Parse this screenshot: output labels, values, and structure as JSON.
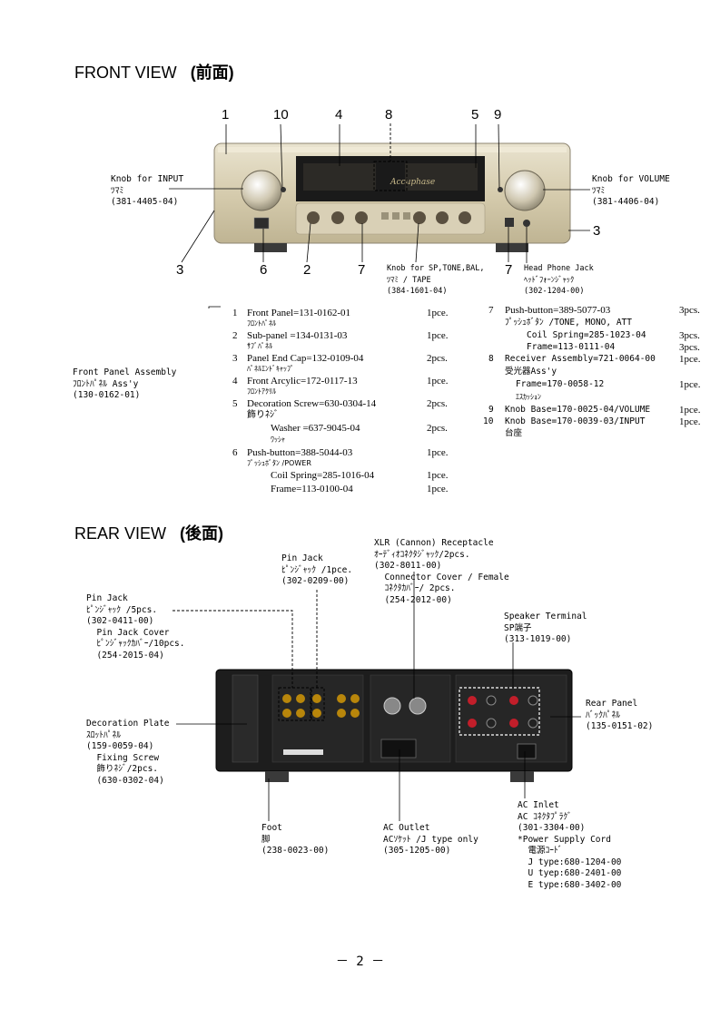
{
  "front": {
    "title_en": "FRONT VIEW",
    "title_jp": "(前面)",
    "callouts": [
      "1",
      "10",
      "4",
      "8",
      "5",
      "9",
      "3",
      "6",
      "2",
      "7",
      "7",
      "3"
    ],
    "labels": {
      "input_knob": [
        "Knob for INPUT",
        "ﾂﾏﾐ",
        "(381-4405-04)"
      ],
      "volume_knob": [
        "Knob for VOLUME",
        "ﾂﾏﾐ",
        "(381-4406-04)"
      ],
      "small_knobs": [
        "Knob for SP,TONE,BAL,",
        "ﾂﾏﾐ / TAPE",
        "(384-1601-04)"
      ],
      "headphone": [
        "Head Phone Jack",
        "ﾍｯﾄﾞﾌｫｰﾝｼﾞｬｯｸ",
        "(302-1204-00)"
      ],
      "assembly": [
        "Front Panel Assembly",
        "ﾌﾛﾝﾄﾊﾟﾈﾙ Ass'y",
        "(130-0162-01)"
      ]
    },
    "parts_left": [
      {
        "no": "1",
        "name": "Front Panel=131-0162-01",
        "qty": "1pce.",
        "jp": "ﾌﾛﾝﾄﾊﾟﾈﾙ"
      },
      {
        "no": "2",
        "name": "Sub-panel =134-0131-03",
        "qty": "1pce.",
        "jp": "ｻﾌﾞﾊﾟﾈﾙ"
      },
      {
        "no": "3",
        "name": "Panel End Cap=132-0109-04",
        "qty": "2pcs.",
        "jp": "ﾊﾟﾈﾙｴﾝﾄﾞｷｬｯﾌﾟ"
      },
      {
        "no": "4",
        "name": "Front Arcylic=172-0117-13",
        "qty": "1pce.",
        "jp": "ﾌﾛﾝﾄｱｸﾘﾙ"
      },
      {
        "no": "5",
        "name": "Decoration Screw=630-0304-14",
        "qty": "2pcs.",
        "jp": "飾りﾈｼﾞ"
      },
      {
        "no": "",
        "name": "Washer =637-9045-04",
        "qty": "2pcs.",
        "jp": "ﾜｯｼｬ"
      },
      {
        "no": "6",
        "name": "Push-button=388-5044-03",
        "qty": "1pce.",
        "jp": "ﾌﾟｯｼｭﾎﾞﾀﾝ /POWER"
      },
      {
        "no": "",
        "name": "Coil Spring=285-1016-04",
        "qty": "1pce.",
        "jp": ""
      },
      {
        "no": "",
        "name": "Frame=113-0100-04",
        "qty": "1pce.",
        "jp": ""
      }
    ],
    "parts_right": [
      {
        "no": "7",
        "name": "Push-button=389-5077-03",
        "qty": "3pcs.",
        "mono": false,
        "indent": false
      },
      {
        "no": "",
        "name": "ﾌﾟｯｼｭﾎﾞﾀﾝ /TONE, MONO, ATT",
        "qty": "",
        "mono": true,
        "indent": false
      },
      {
        "no": "",
        "name": "Coil Spring=285-1023-04",
        "qty": "3pcs.",
        "mono": true,
        "indent": true
      },
      {
        "no": "",
        "name": "Frame=113-0111-04",
        "qty": "3pcs.",
        "mono": true,
        "indent": true
      },
      {
        "no": "8",
        "name": "Receiver Assembly=721-0064-00",
        "qty": "1pce.",
        "mono": true,
        "indent": false
      },
      {
        "no": "",
        "name": "受光器Ass'y",
        "qty": "",
        "mono": true,
        "indent": false
      },
      {
        "no": "",
        "name": "Frame=170-0058-12",
        "qty": "1pce.",
        "mono": true,
        "indent": false
      },
      {
        "no": "",
        "name": "ｴｽｶｯｼｮﾝ",
        "qty": "",
        "mono": true,
        "indent": false
      },
      {
        "no": "9",
        "name": "Knob Base=170-0025-04/VOLUME",
        "qty": "1pce.",
        "mono": true,
        "indent": false
      },
      {
        "no": "10",
        "name": "Knob Base=170-0039-03/INPUT",
        "qty": "1pce.",
        "mono": true,
        "indent": false
      },
      {
        "no": "",
        "name": "台座",
        "qty": "",
        "mono": true,
        "indent": false
      }
    ]
  },
  "rear": {
    "title_en": "REAR VIEW",
    "title_jp": "(後面)",
    "labels": {
      "pin_jack_top": [
        "Pin Jack",
        "ﾋﾟﾝｼﾞｬｯｸ /1pce.",
        "(302-0209-00)"
      ],
      "xlr": [
        "XLR (Cannon) Receptacle",
        "ｵｰﾃﾞｨｵｺﾈｸﾀｼﾞｬｯｸ/2pcs.",
        "(302-8011-00)",
        "  Connector Cover / Female",
        "  ｺﾈｸﾀｶﾊﾞｰ/ 2pcs.",
        "  (254-2012-00)"
      ],
      "pin_jack_left": [
        "Pin Jack",
        "ﾋﾟﾝｼﾞｬｯｸ /5pcs.",
        "(302-0411-00)",
        "  Pin Jack Cover",
        "  ﾋﾟﾝｼﾞｬｯｸｶﾊﾞｰ/10pcs.",
        "  (254-2015-04)"
      ],
      "speaker": [
        "Speaker Terminal",
        "SP端子",
        "(313-1019-00)"
      ],
      "rear_panel": [
        "Rear Panel",
        "ﾊﾞｯｸﾊﾟﾈﾙ",
        "(135-0151-02)"
      ],
      "deco_plate": [
        "Decoration Plate",
        "ｽﾛｯﾄﾊﾟﾈﾙ",
        "(159-0059-04)",
        "  Fixing Screw",
        "  飾りﾈｼﾞ/2pcs.",
        "  (630-0302-04)"
      ],
      "foot": [
        "Foot",
        "脚",
        "(238-0023-00)"
      ],
      "ac_outlet": [
        "AC Outlet",
        "ACｿｹｯﾄ /J type only",
        "(305-1205-00)"
      ],
      "ac_inlet": [
        "AC Inlet",
        "AC ｺﾈｸﾀﾌﾟﾗｸﾞ",
        "(301-3304-00)",
        "*Power Supply Cord",
        "  電源ｺｰﾄﾞ",
        "  J type:680-1204-00",
        "  U tyep:680-2401-00",
        "  E type:680-3402-00"
      ]
    }
  },
  "footer": {
    "page": "－ 2 －"
  }
}
